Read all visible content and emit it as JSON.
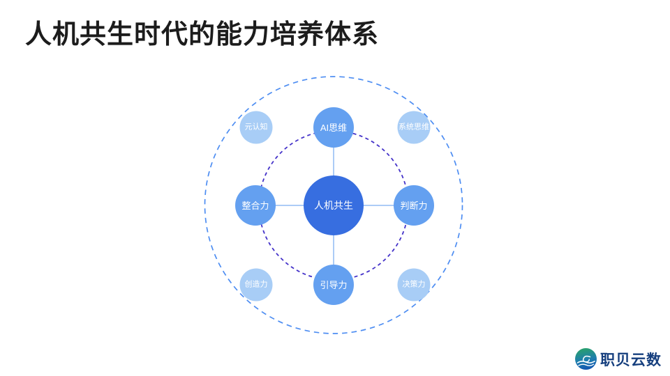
{
  "slide": {
    "title": "人机共生时代的能力培养体系"
  },
  "diagram": {
    "center_node": {
      "label": "人机共生"
    },
    "inner_nodes": [
      {
        "label": "AI思维",
        "position": "top"
      },
      {
        "label": "判断力",
        "position": "right"
      },
      {
        "label": "引导力",
        "position": "bottom"
      },
      {
        "label": "整合力",
        "position": "left"
      }
    ],
    "outer_nodes": [
      {
        "label": "元认知",
        "position": "top-left"
      },
      {
        "label": "系统思维",
        "position": "top-right"
      },
      {
        "label": "创造力",
        "position": "bottom-left"
      },
      {
        "label": "决策力",
        "position": "bottom-right"
      }
    ],
    "colors": {
      "center_fill": "#376ee0",
      "inner_fill": "#64a0f0",
      "outer_fill": "#a8cdf6",
      "outer_ring_stroke": "#4d8df2",
      "inner_ring_stroke": "#4432c9",
      "connector": "#90bbf4"
    }
  },
  "footer_logo": {
    "text": "职贝云数",
    "text_color": "#163f7e"
  }
}
